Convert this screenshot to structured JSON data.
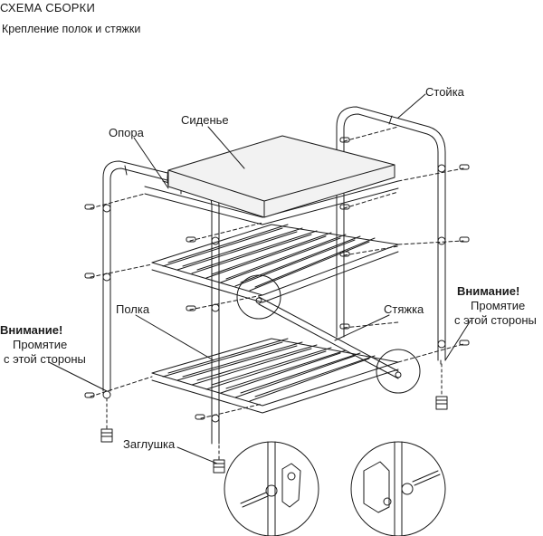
{
  "header": {
    "title": "СХЕМА СБОРКИ",
    "subtitle": "Крепление полок и стяжки"
  },
  "labels": {
    "stoyka": "Стойка",
    "sidenie": "Сиденье",
    "opora": "Опора",
    "polka": "Полка",
    "styazhka": "Стяжка",
    "zaglushka": "Заглушка"
  },
  "warning_left": {
    "heading": "Внимание!",
    "line1": "Промятие",
    "line2": "с этой стороны"
  },
  "warning_right": {
    "heading": "Внимание!",
    "line1": "Промятие",
    "line2": "с этой стороны"
  },
  "colors": {
    "line": "#1a1a1a",
    "seat_fill": "#f2f2f2",
    "background": "#ffffff"
  }
}
